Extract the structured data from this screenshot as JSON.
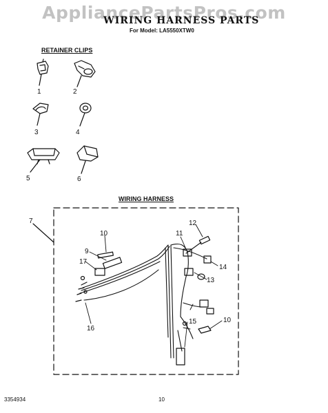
{
  "watermark": "AppliancePartsPros.com",
  "title": "WIRING HARNESS PARTS",
  "subtitle": "For Model: LA5550XTW0",
  "sections": {
    "retainer_clips": "RETAINER CLIPS",
    "wiring_harness": "WIRING HARNESS"
  },
  "callouts": {
    "c1": "1",
    "c2": "2",
    "c3": "3",
    "c4": "4",
    "c5": "5",
    "c6": "6",
    "c7": "7",
    "c9": "9",
    "c10a": "10",
    "c10b": "10",
    "c11": "11",
    "c12": "12",
    "c13": "13",
    "c14": "14",
    "c15": "15",
    "c16": "16",
    "c17": "17"
  },
  "footer": {
    "doc_number": "3354934",
    "page_number": "10"
  }
}
